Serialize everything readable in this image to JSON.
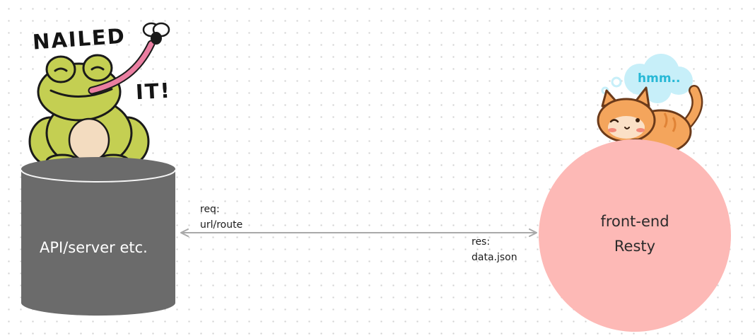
{
  "nodes": {
    "server": {
      "label": "API/server etc."
    },
    "frontend": {
      "line1": "front-end",
      "line2": "Resty"
    }
  },
  "request": {
    "line1": "req:",
    "line2": "url/route"
  },
  "response": {
    "line1": "res:",
    "line2": "data.json"
  },
  "stickers": {
    "frog": {
      "word1": "NAILED",
      "word2": "IT!"
    },
    "cat": {
      "thought": "hmm.."
    }
  },
  "colors": {
    "server_fill": "#6b6b6b",
    "circle_fill": "#fdb9b6",
    "connector": "#a9a9a9",
    "frog_body": "#c4cf52",
    "frog_belly": "#f3dcc0",
    "tongue": "#ea7ea1",
    "cat_body": "#f4a55c",
    "cloud": "#c7eff9",
    "thought_text": "#27b8d6"
  }
}
